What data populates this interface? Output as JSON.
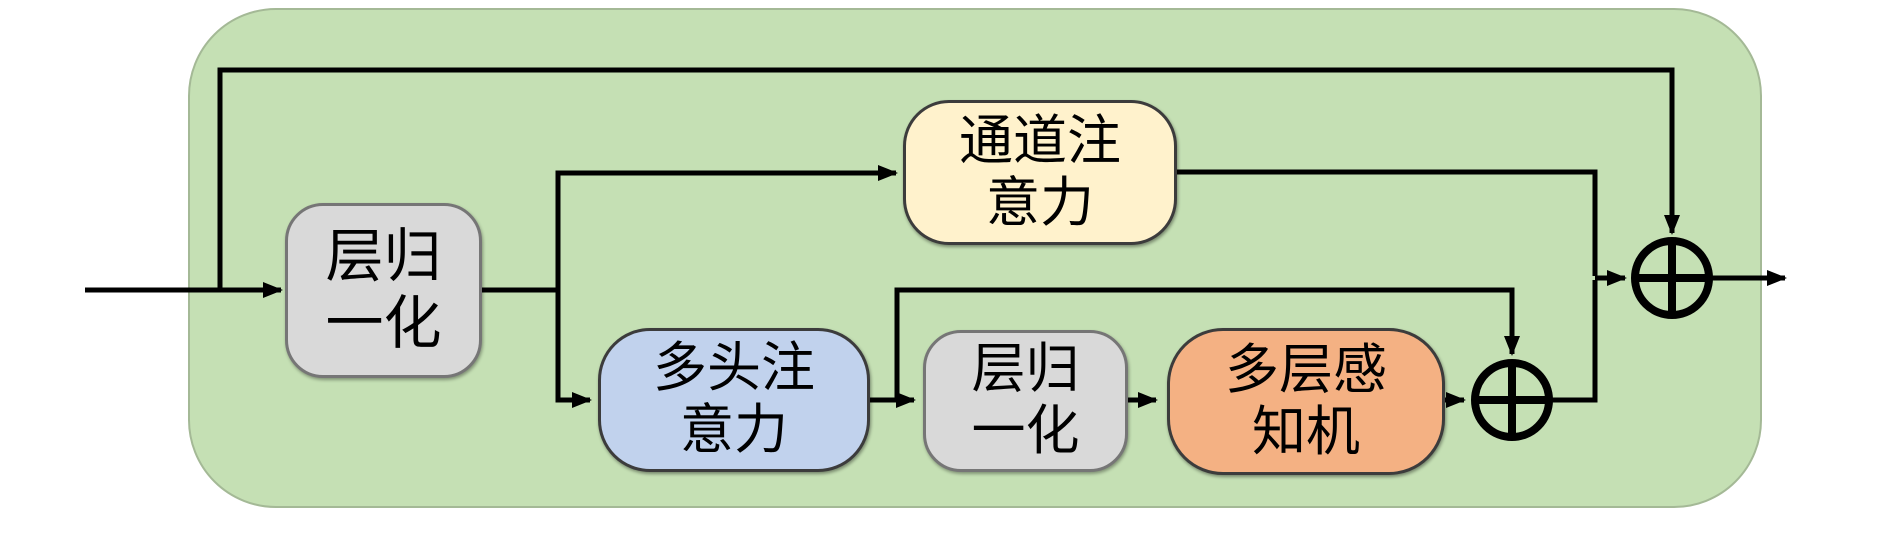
{
  "diagram": {
    "blocks": {
      "layer_norm_1": {
        "label": "层归\n一化"
      },
      "channel_attention": {
        "label": "通道注\n意力"
      },
      "multi_head_attention": {
        "label": "多头注\n意力"
      },
      "layer_norm_2": {
        "label": "层归\n一化"
      },
      "mlp": {
        "label": "多层感\n知机"
      }
    },
    "operators": {
      "inner_sum": {
        "symbol": "⊕"
      },
      "outer_sum": {
        "symbol": "⊕"
      }
    },
    "colors": {
      "container_fill": "#c5e0b4",
      "layer_norm_fill": "#d9d9d9",
      "channel_attention_fill": "#fff2cc",
      "multi_head_attention_fill": "#c1d2ed",
      "mlp_fill": "#f4b183",
      "line": "#000000"
    }
  }
}
